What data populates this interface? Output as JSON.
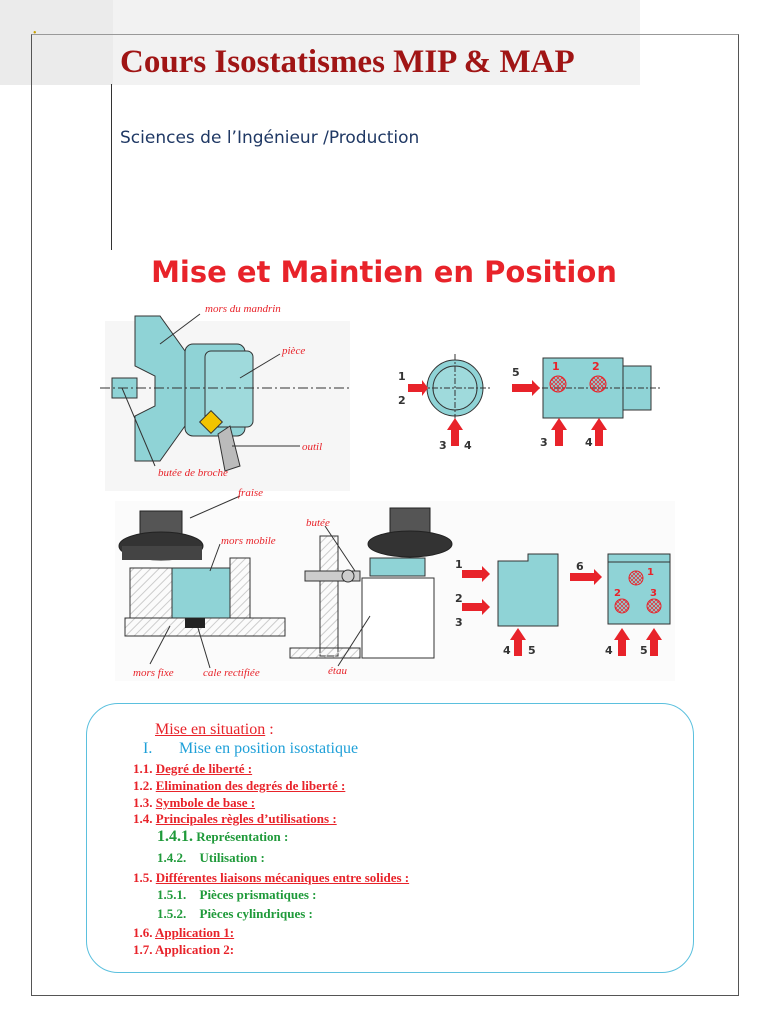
{
  "header": {
    "title": "Cours Isostatismes MIP & MAP",
    "subtitle": "Sciences de l’Ingénieur /Production"
  },
  "section": {
    "heading": "Mise et Maintien en Position"
  },
  "figure_labels": {
    "mors_mandrin": "mors du mandrin",
    "piece": "pièce",
    "outil": "outil",
    "butee_broche": "butée de broche",
    "fraise": "fraise",
    "mors_mobile": "mors mobile",
    "butee": "butée",
    "mors_fixe": "mors fixe",
    "cale_rectifiee": "cale rectifiée",
    "etau": "étau"
  },
  "figure_numbers": {
    "n1": "1",
    "n2": "2",
    "n3": "3",
    "n4": "4",
    "n5": "5",
    "n6": "6"
  },
  "toc": {
    "intro_label": "Mise en situation",
    "intro_colon": " :",
    "part_num": "I.",
    "part_title": "Mise en position isostatique",
    "items": [
      {
        "num": "1.1.",
        "text": "Degré de liberté :"
      },
      {
        "num": "1.2.",
        "text": "Elimination des degrés de liberté :"
      },
      {
        "num": "1.3.",
        "text": "Symbole de base :"
      },
      {
        "num": "1.4.",
        "text": "Principales règles d’utilisations :"
      },
      {
        "num": "1.4.1.",
        "text": "Représentation :"
      },
      {
        "num": "1.4.2.",
        "text": "Utilisation :"
      },
      {
        "num": "1.5.",
        "text": "Différentes liaisons mécaniques entre solides :"
      },
      {
        "num": "1.5.1.",
        "text": "Pièces prismatiques :"
      },
      {
        "num": "1.5.2.",
        "text": "Pièces cylindriques :"
      },
      {
        "num": "1.6.",
        "text": "Application 1:"
      },
      {
        "num": "1.7.",
        "text": "Application 2:"
      }
    ]
  },
  "colors": {
    "title": "#a01515",
    "heading": "#e8232a",
    "accent_blue": "#1fa0d8",
    "accent_green": "#1f9a3a",
    "part_cyan": "#8fd3d6"
  }
}
